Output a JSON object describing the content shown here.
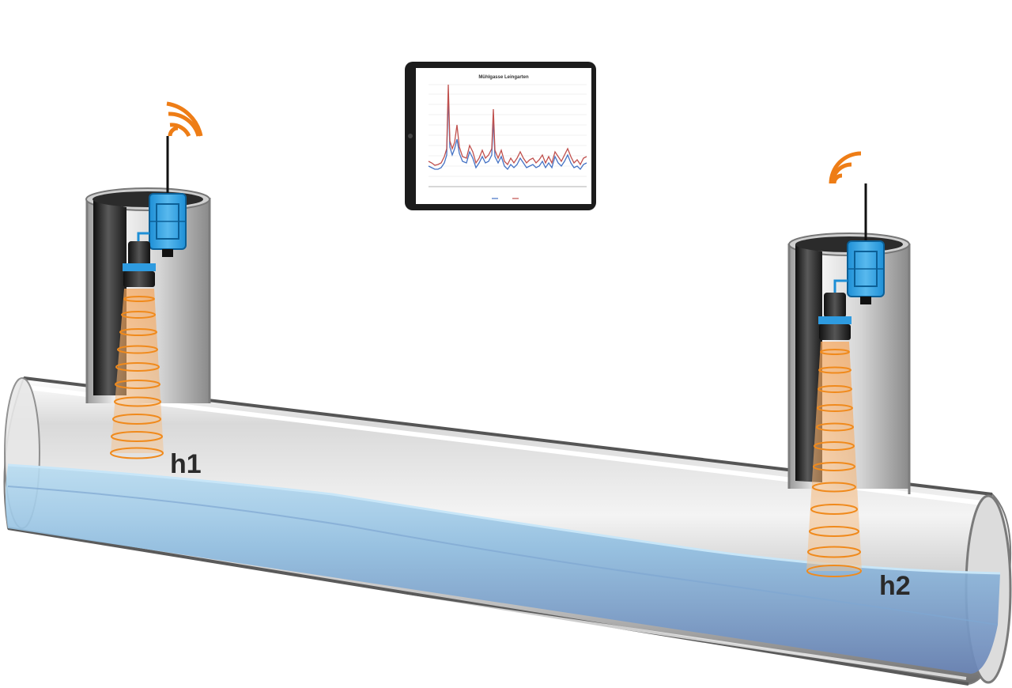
{
  "labels": {
    "h1": "h1",
    "h2": "h2"
  },
  "tablet": {
    "chart_title": "Mühlgasse Leingarten"
  },
  "colors": {
    "pipe_light": "#f2f2f2",
    "pipe_mid": "#c8c8c8",
    "pipe_dark": "#5e5e5e",
    "water_light": "#a9d3ee",
    "water_dark": "#6f8fbf",
    "sensor_blue": "#3aa5e3",
    "beam_orange": "#f08a1c",
    "wifi_orange": "#ee7d16",
    "tablet_frame": "#1c1c1c",
    "series_1": "#4472c4",
    "series_2": "#c0504d"
  },
  "icons": {
    "left_wifi": "wifi-signal-icon",
    "right_wifi": "wifi-signal-icon",
    "left_sensor": "ultrasonic-sensor-icon",
    "right_sensor": "ultrasonic-sensor-icon",
    "left_transmitter": "radio-transmitter-icon",
    "right_transmitter": "radio-transmitter-icon"
  }
}
